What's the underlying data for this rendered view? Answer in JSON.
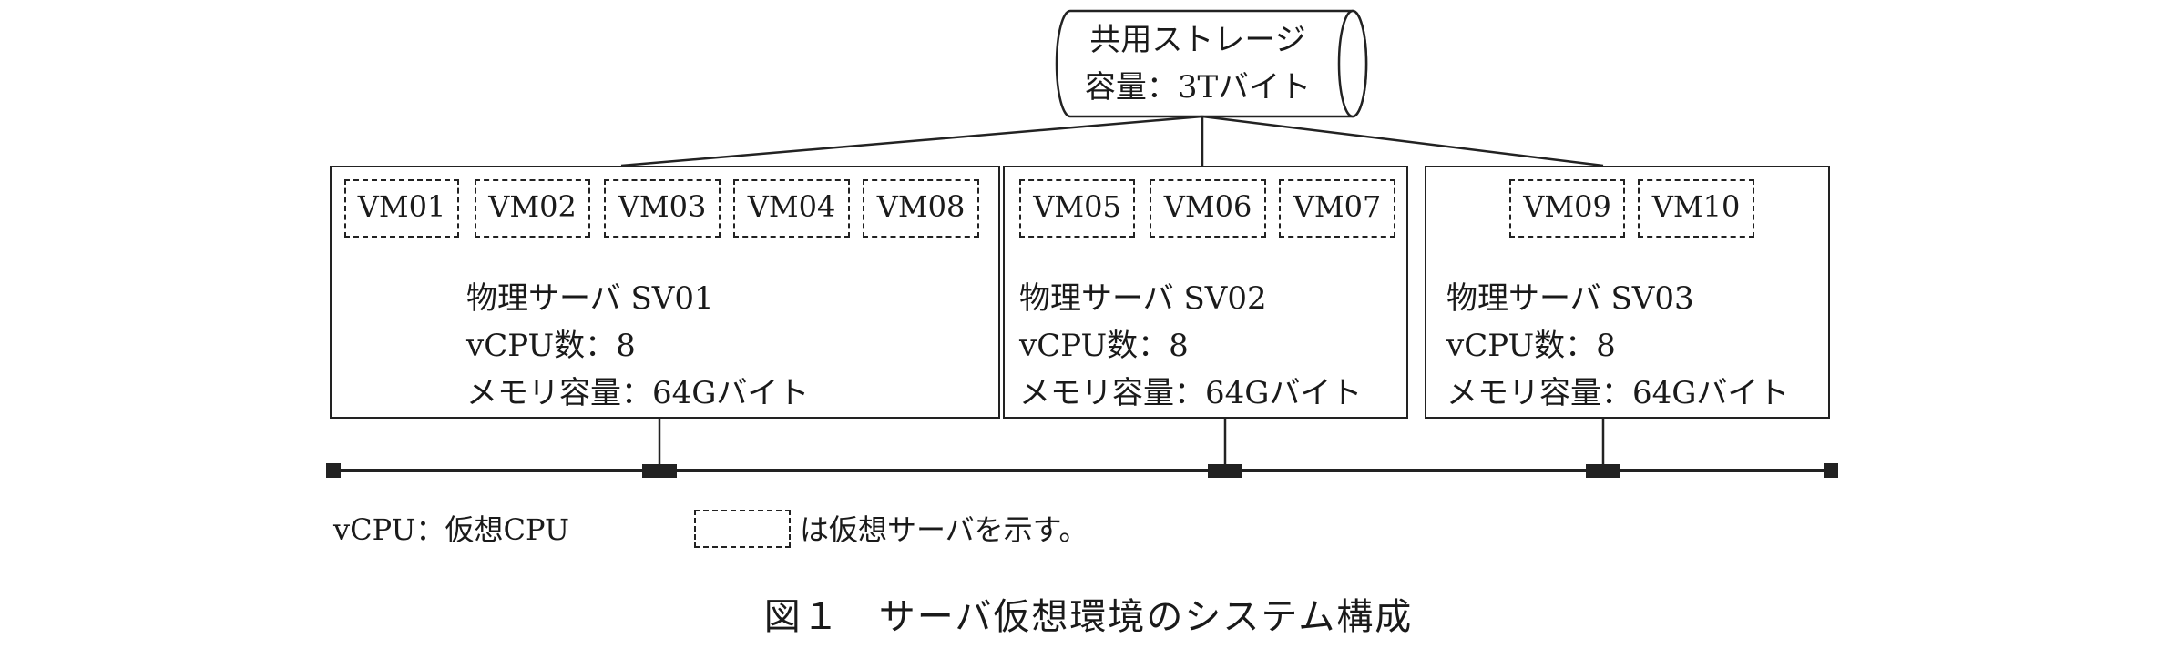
{
  "storage": {
    "name": "共用ストレージ",
    "capacity": "容量：3Tバイト"
  },
  "servers": [
    {
      "name": "物理サーバ SV01",
      "vcpu": "vCPU数：8",
      "memory": "メモリ容量：64Gバイト",
      "vms": [
        "VM01",
        "VM02",
        "VM03",
        "VM04",
        "VM08"
      ]
    },
    {
      "name": "物理サーバ SV02",
      "vcpu": "vCPU数：8",
      "memory": "メモリ容量：64Gバイト",
      "vms": [
        "VM05",
        "VM06",
        "VM07"
      ]
    },
    {
      "name": "物理サーバ SV03",
      "vcpu": "vCPU数：8",
      "memory": "メモリ容量：64Gバイト",
      "vms": [
        "VM09",
        "VM10"
      ]
    }
  ],
  "legend": {
    "vcpu_note": "vCPU：仮想CPU",
    "dashed_note": "は仮想サーバを示す。"
  },
  "caption": "図１　サーバ仮想環境のシステム構成"
}
